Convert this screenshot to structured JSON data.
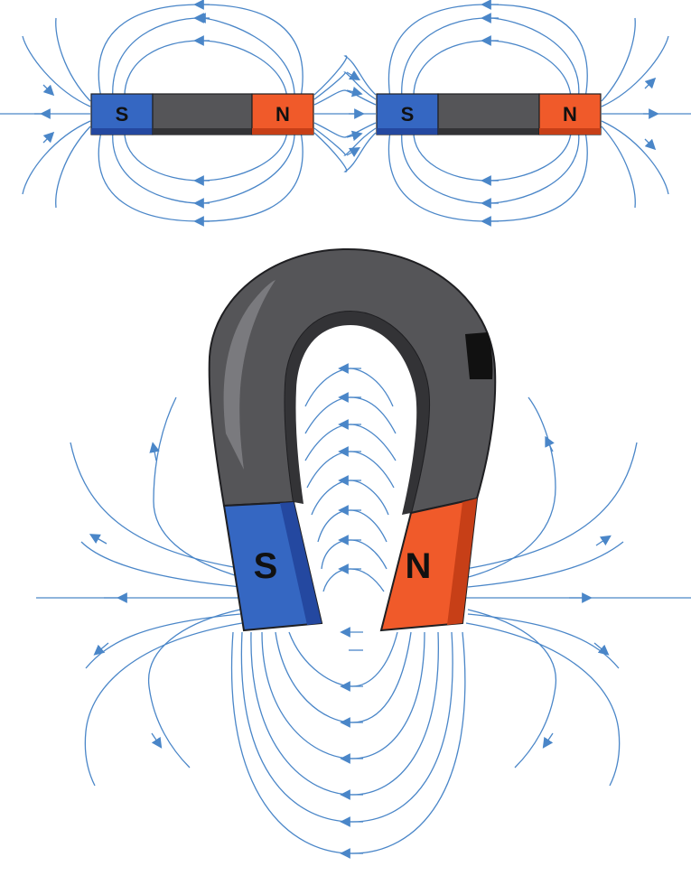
{
  "colors": {
    "field": "#4a86c8",
    "south": "#3567c2",
    "south_dark": "#2448a0",
    "north": "#f05a2a",
    "north_dark": "#c73f17",
    "body": "#555558",
    "body_dark": "#333336",
    "outline": "#1f1f22"
  },
  "bar_magnets": [
    {
      "south_label": "S",
      "north_label": "N"
    },
    {
      "south_label": "S",
      "north_label": "N"
    }
  ],
  "horseshoe_magnet": {
    "south_label": "S",
    "north_label": "N"
  }
}
